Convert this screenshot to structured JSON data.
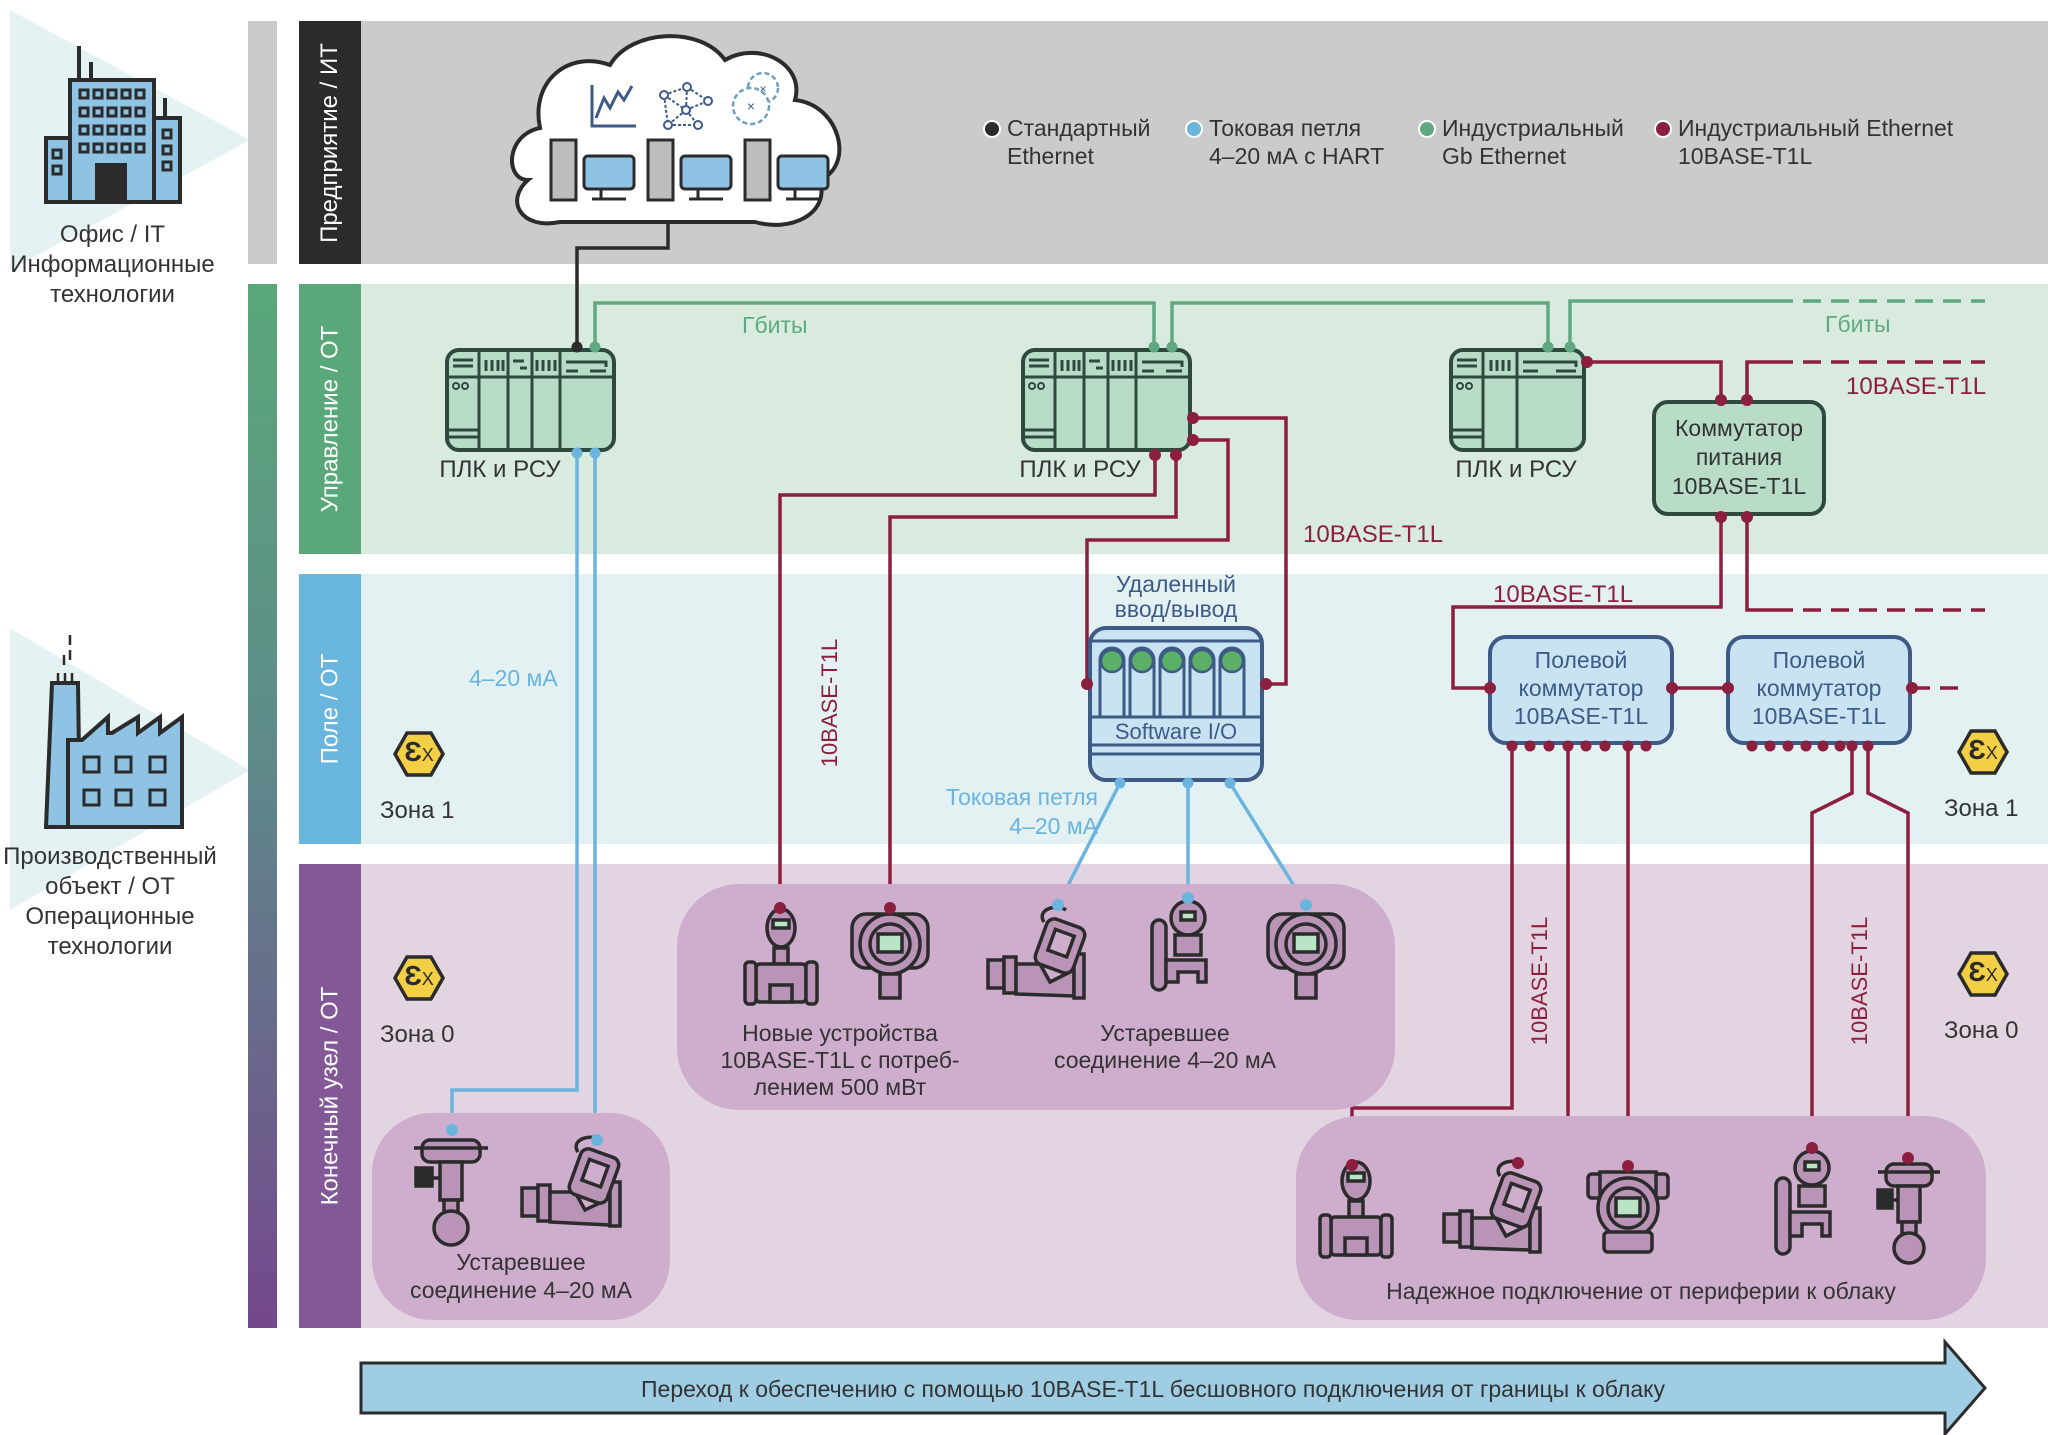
{
  "left_panel": {
    "office": {
      "line1": "Офис / IT",
      "line2": "Информационные",
      "line3": "технологии"
    },
    "plant": {
      "line1": "Производственный",
      "line2": "объект / ОТ",
      "line3": "Операционные",
      "line4": "технологии"
    }
  },
  "bands": [
    {
      "id": "enterprise",
      "label": "Предприятие / ИТ"
    },
    {
      "id": "control",
      "label": "Управление / ОТ"
    },
    {
      "id": "field",
      "label": "Поле / ОТ"
    },
    {
      "id": "endnode",
      "label": "Конечный узел / ОТ"
    }
  ],
  "legend": [
    {
      "color": "#2b2b2b",
      "line1": "Стандартный",
      "line2": "Ethernet"
    },
    {
      "color": "#6ab4de",
      "line1": "Токовая петля",
      "line2": "4–20 мА с HART"
    },
    {
      "color": "#5fa882",
      "line1": "Индустриальный",
      "line2": "Gb Ethernet"
    },
    {
      "color": "#8c1f3d",
      "line1": "Индустриальный Ethernet",
      "line2": "10BASE-T1L"
    }
  ],
  "nodes": {
    "plc_label": "ПЛК и РСУ",
    "power_switch": {
      "line1": "Коммутатор",
      "line2": "питания",
      "line3": "10BASE-T1L"
    },
    "remote_io": {
      "line1": "Удаленный",
      "line2": "ввод/вывод",
      "inner": "Software I/O"
    },
    "field_switch": {
      "line1": "Полевой",
      "line2": "коммутатор",
      "line3": "10BASE-T1L"
    }
  },
  "link_labels": {
    "gbits": "Гбиты",
    "t1l": "10BASE-T1L",
    "ma": "4–20 мА",
    "current_loop_1": "Токовая петля",
    "current_loop_2": "4–20 мА"
  },
  "zones": {
    "zone1": "Зона 1",
    "zone0": "Зона 0",
    "ex_symbol": "Ɛ",
    "ex_sub": "X"
  },
  "groups": {
    "legacy_left": {
      "line1": "Устаревшее",
      "line2": "соединение 4–20 мА"
    },
    "new_devices": {
      "line1": "Новые устройства",
      "line2": "10BASE-T1L с потреб-",
      "line3": "лением 500 мВт"
    },
    "legacy_mid": {
      "line1": "Устаревшее",
      "line2": "соединение 4–20 мА"
    },
    "edge_cloud": {
      "line1": "Надежное подключение от периферии к облаку"
    }
  },
  "bottom_arrow": {
    "text": "Переход к обеспечению с помощью 10BASE-T1L бесшовного подключения от границы к облаку"
  },
  "colors": {
    "ethernet": "#2b2b2b",
    "current_loop": "#6ab4de",
    "gb_ethernet": "#5fa882",
    "t1l": "#8c1f3d",
    "enterprise_bg": "#cbcbcb",
    "control_bg": "#d9ebdf",
    "field_bg": "#e3f1f3",
    "endnode_bg": "#e3d4e2",
    "group_bg": "#cfaecd"
  }
}
